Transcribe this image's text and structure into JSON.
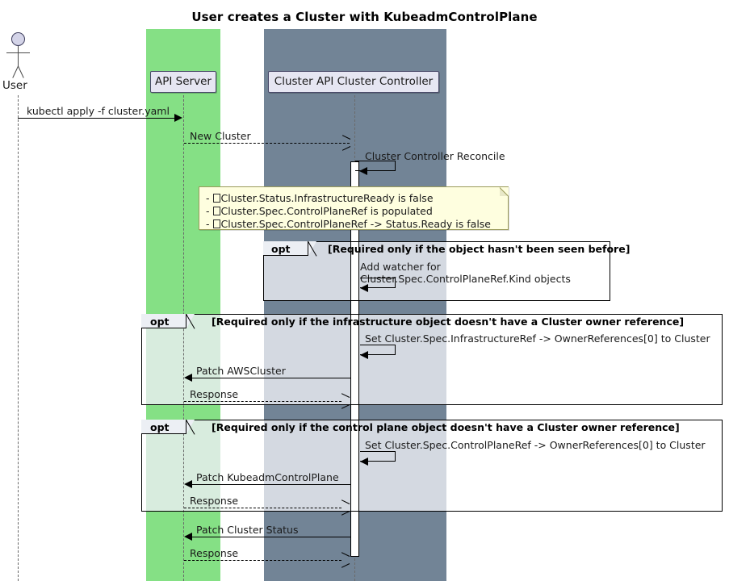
{
  "diagram": {
    "type": "uml-sequence",
    "title": "User creates a Cluster with KubeadmControlPlane",
    "colors": {
      "api_server_band": "#85E085",
      "controller_band": "#728496",
      "participant_box": "#E6E6F2",
      "note_fill": "#FEFEDF",
      "frame_tab": "#ECEFF4",
      "line": "#000000"
    }
  },
  "actors": {
    "user": {
      "label": "User",
      "kind": "stick-figure"
    }
  },
  "participants": [
    {
      "id": "api",
      "label": "API Server"
    },
    {
      "id": "ctrl",
      "label": "Cluster API Cluster Controller"
    }
  ],
  "messages": [
    {
      "id": "m1",
      "label": "kubectl apply -f cluster.yaml",
      "from": "user",
      "to": "api",
      "style": "solid",
      "direction": "right"
    },
    {
      "id": "m2",
      "label": "New Cluster",
      "from": "api",
      "to": "ctrl",
      "style": "dotted",
      "direction": "right"
    },
    {
      "id": "m3",
      "label": "Cluster Controller Reconcile",
      "from": "ctrl",
      "to": "ctrl",
      "style": "self",
      "direction": "self"
    },
    {
      "id": "m4",
      "label": "Patch AWSCluster",
      "from": "ctrl",
      "to": "api",
      "style": "solid",
      "direction": "left"
    },
    {
      "id": "m5",
      "label": "Response",
      "from": "api",
      "to": "ctrl",
      "style": "dotted",
      "direction": "right"
    },
    {
      "id": "m6",
      "label": "Patch KubeadmControlPlane",
      "from": "ctrl",
      "to": "api",
      "style": "solid",
      "direction": "left"
    },
    {
      "id": "m7",
      "label": "Response",
      "from": "api",
      "to": "ctrl",
      "style": "dotted",
      "direction": "right"
    },
    {
      "id": "m8",
      "label": "Patch Cluster Status",
      "from": "ctrl",
      "to": "api",
      "style": "solid",
      "direction": "left"
    },
    {
      "id": "m9",
      "label": "Response",
      "from": "api",
      "to": "ctrl",
      "style": "dotted",
      "direction": "right"
    }
  ],
  "note": {
    "lines": [
      {
        "bullet": "-",
        "glyph": "missing-glyph",
        "text": "Cluster.Status.InfrastructureReady is false"
      },
      {
        "bullet": "-",
        "glyph": "missing-glyph",
        "text": "Cluster.Spec.ControlPlaneRef is populated"
      },
      {
        "bullet": "-",
        "glyph": "missing-glyph",
        "text": "Cluster.Spec.ControlPlaneRef -> Status.Ready is false"
      }
    ]
  },
  "frames": [
    {
      "id": "opt1",
      "keyword": "opt",
      "guard": "[Required only if the object hasn't been seen before]",
      "body_note_lines": [
        "Add watcher for",
        "Cluster.Spec.ControlPlaneRef.Kind objects"
      ]
    },
    {
      "id": "opt2",
      "keyword": "opt",
      "guard": "[Required only if the infrastructure object doesn't have a Cluster owner reference]",
      "body_note_lines": [
        "Set Cluster.Spec.InfrastructureRef -> OwnerReferences[0] to Cluster"
      ]
    },
    {
      "id": "opt3",
      "keyword": "opt",
      "guard": "[Required only if the control plane object doesn't have a Cluster owner reference]",
      "body_note_lines": [
        "Set Cluster.Spec.ControlPlaneRef -> OwnerReferences[0] to Cluster"
      ]
    }
  ]
}
